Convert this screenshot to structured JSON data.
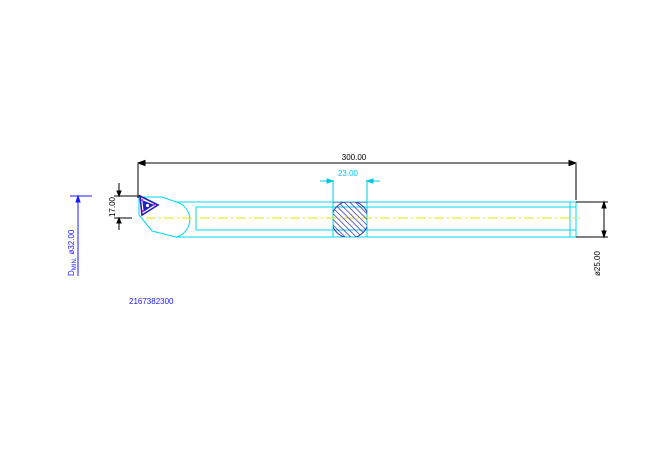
{
  "dimensions": {
    "overall_length": "300.00",
    "flat_width": "23.00",
    "insert_offset": "17.00",
    "shank_diameter": "ø25.00",
    "min_bore_label": "D",
    "min_bore_subscript": "MIN.",
    "min_bore_value": "ø32.00"
  },
  "part_number": "2167382300",
  "colors": {
    "dimension_black": "#000000",
    "body_cyan": "#00d8f0",
    "centerline_yellow": "#e6e600",
    "dimension_cyan": "#00c8e6",
    "text_blue": "#1a1aff",
    "insert_blue": "#2020c0",
    "hatch_blue": "#2a2aa8",
    "accent_magenta": "#ff00ff"
  }
}
